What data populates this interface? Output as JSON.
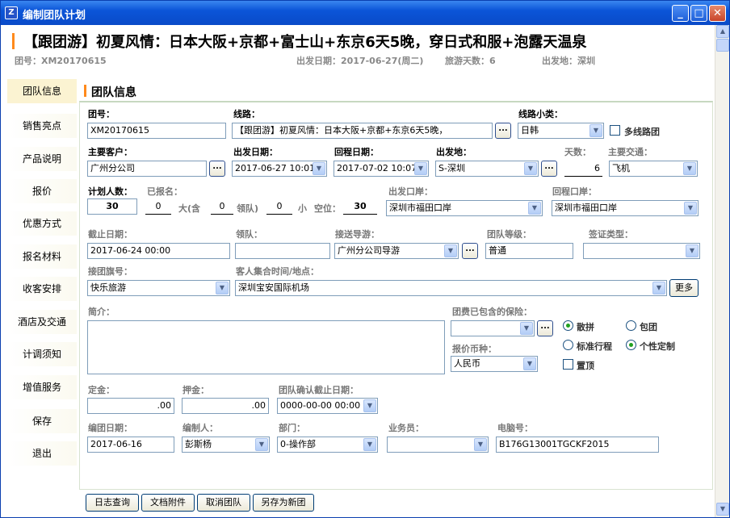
{
  "window": {
    "title": "编制团队计划",
    "icon": "Z"
  },
  "header": {
    "trip_title": "【跟团游】初夏风情：日本大阪+京都+富士山+东京6天5晚，穿日式和服+泡露天温泉",
    "group_no": "团号：XM20170615",
    "depart_date": "出发日期：2017-06-27(周二)",
    "days": "旅游天数：6",
    "depart_place": "出发地：深圳"
  },
  "sidebar": {
    "items": [
      {
        "label": "团队信息"
      },
      {
        "label": "销售亮点"
      },
      {
        "label": "产品说明"
      },
      {
        "label": "报价"
      },
      {
        "label": "优惠方式"
      },
      {
        "label": "报名材料"
      },
      {
        "label": "收客安排"
      },
      {
        "label": "酒店及交通"
      },
      {
        "label": "计调须知"
      },
      {
        "label": "增值服务"
      },
      {
        "label": "保存"
      },
      {
        "label": "退出"
      }
    ]
  },
  "section": {
    "title": "团队信息"
  },
  "form": {
    "group_no_label": "团号：",
    "group_no": "XM20170615",
    "route_label": "线路：",
    "route": "【跟团游】初夏风情：日本大阪+京都+东京6天5晚，",
    "route_sub_label": "线路小类：",
    "route_sub": "日韩",
    "multi_route_label": "多线路团",
    "client_label": "主要客户：",
    "client": "广州分公司",
    "depart_date_label": "出发日期：",
    "depart_date": "2017-06-27 10:01",
    "return_date_label": "回程日期：",
    "return_date": "2017-07-02 10:07",
    "depart_place_label": "出发地：",
    "depart_place": "S-深圳",
    "days_label": "天数：",
    "days": "6",
    "transport_label": "主要交通：",
    "transport": "飞机",
    "plan_count_label": "计划人数：",
    "plan_count": "30",
    "signed_label": "已报名：",
    "signed": "0",
    "adult_label": "大(含",
    "leader": "0",
    "leader_label": "领队)",
    "child": "0",
    "child_label": "小",
    "vacancy_label": "空位：",
    "vacancy": "30",
    "out_port_label": "出发口岸：",
    "out_port": "深圳市福田口岸",
    "return_port_label": "回程口岸：",
    "return_port": "深圳市福田口岸",
    "deadline_label": "截止日期：",
    "deadline": "2017-06-24 00:00",
    "team_leader_label": "领队：",
    "team_leader": "",
    "guide_label": "接送导游：",
    "guide": "广州分公司导游",
    "grade_label": "团队等级：",
    "grade": "普通",
    "visa_label": "签证类型：",
    "visa": "",
    "flag_label": "接团旗号：",
    "flag": "快乐旅游",
    "meet_label": "客人集合时间/地点：",
    "meet": "深圳宝安国际机场",
    "more_label": "更多",
    "intro_label": "简介：",
    "insurance_label": "团费已包含的保险：",
    "insurance": "",
    "opt_sanpin": "散拼",
    "opt_baotuan": "包团",
    "opt_standard": "标准行程",
    "opt_custom": "个性定制",
    "currency_label": "报价币种：",
    "currency": "人民币",
    "pin_label": "置顶",
    "deposit_label": "定金：",
    "deposit": ".00",
    "guarantee_label": "押金：",
    "guarantee": ".00",
    "confirm_label": "团队确认截止日期：",
    "confirm": "0000-00-00 00:00",
    "create_date_label": "编团日期：",
    "create_date": "2017-06-16",
    "creator_label": "编制人：",
    "creator": "彭斯杨",
    "dept_label": "部门：",
    "dept": "0-操作部",
    "sales_label": "业务员：",
    "sales": "",
    "pc_label": "电脑号：",
    "pc": "B176G13001TGCKF2015"
  },
  "footer": {
    "buttons": [
      {
        "label": "日志查询"
      },
      {
        "label": "文档附件"
      },
      {
        "label": "取消团队"
      },
      {
        "label": "另存为新团"
      }
    ]
  },
  "colors": {
    "accent": "#ff8a1c",
    "titlebar": "#0b55d8",
    "radio_dot": "#21a121"
  }
}
